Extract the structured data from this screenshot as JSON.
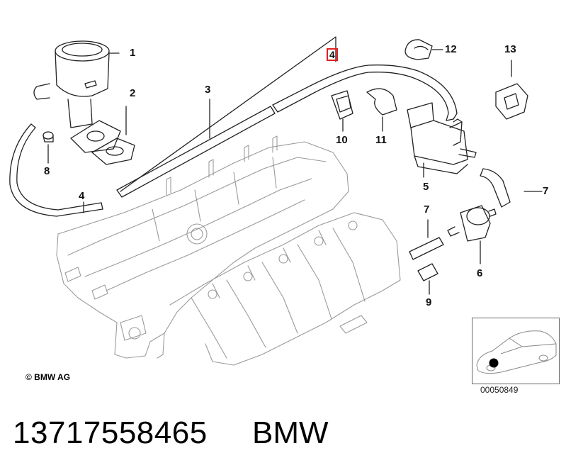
{
  "callouts": [
    {
      "id": "1",
      "text": "1"
    },
    {
      "id": "2",
      "text": "2"
    },
    {
      "id": "3",
      "text": "3"
    },
    {
      "id": "4a",
      "text": "4"
    },
    {
      "id": "4b",
      "text": "4"
    },
    {
      "id": "5",
      "text": "5"
    },
    {
      "id": "6",
      "text": "6"
    },
    {
      "id": "7a",
      "text": "7"
    },
    {
      "id": "7b",
      "text": "7"
    },
    {
      "id": "8",
      "text": "8"
    },
    {
      "id": "9",
      "text": "9"
    },
    {
      "id": "10",
      "text": "10"
    },
    {
      "id": "11",
      "text": "11"
    },
    {
      "id": "12",
      "text": "12"
    },
    {
      "id": "13",
      "text": "13"
    }
  ],
  "highlight_color": "#e02020",
  "copyright": "© BMW AG",
  "inset_code": "00050849",
  "part_number": "13717558465",
  "brand": "BMW"
}
